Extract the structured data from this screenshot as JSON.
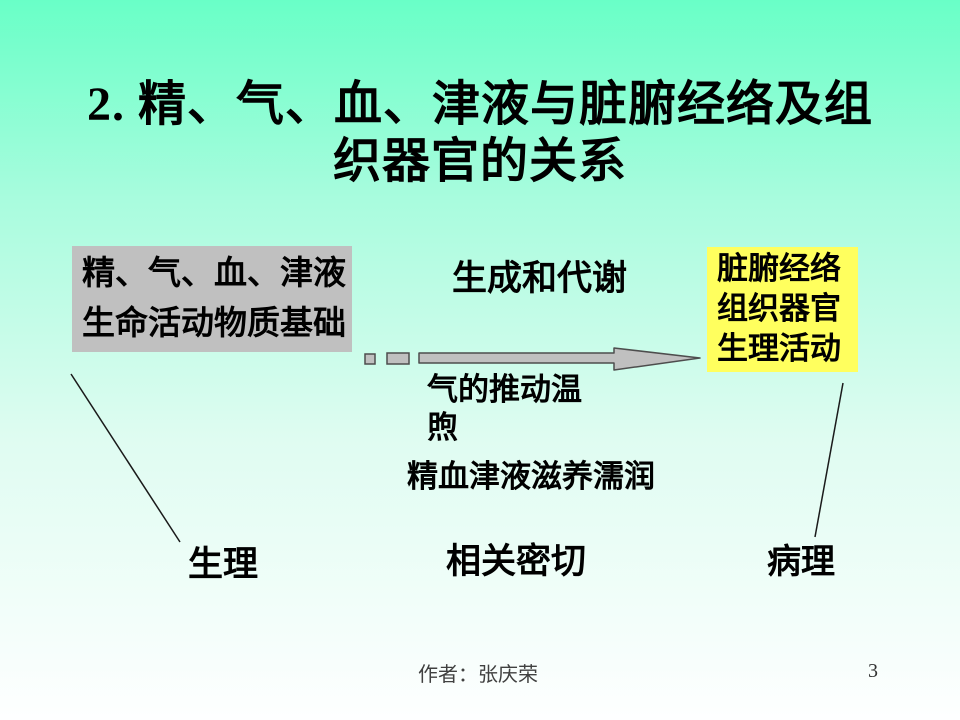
{
  "slide": {
    "title_lines": [
      "2. 精、气、血、津液与脏腑经络及组",
      "织器官的关系"
    ],
    "left_box": {
      "lines": [
        "精、气、血、津液",
        "生命活动物质基础"
      ],
      "bg": "#c0c0c0"
    },
    "right_box": {
      "lines": [
        "脏腑经络",
        "组织器官",
        "生理活动"
      ],
      "bg": "#ffff5e"
    },
    "center_top_label": "生成和代谢",
    "arrow_label_lines": [
      "气的推动温",
      "煦"
    ],
    "nourish_label": "精血津液滋养濡润",
    "bottom_labels": {
      "left": "生理",
      "center": "相关密切",
      "right": "病理"
    },
    "footer": {
      "author": "作者：张庆荣",
      "page_number": "3"
    },
    "colors": {
      "bg_top": "#69ffc7",
      "bg_bottom": "#feffff",
      "arrow_fill": "#c0c0c0",
      "arrow_stroke": "#4d4d4d",
      "connector_line": "#1a1a1a"
    }
  }
}
